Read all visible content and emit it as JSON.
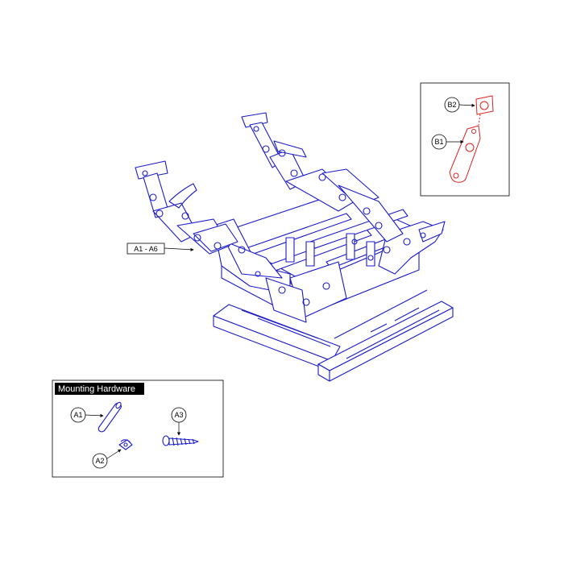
{
  "callouts": {
    "main_assembly": "A1 - A6",
    "b1": "B1",
    "b2": "B2",
    "a1": "A1",
    "a2": "A2",
    "a3": "A3"
  },
  "hardware_panel": {
    "title": "Mounting Hardware"
  },
  "colors": {
    "main_line": "#1a1acc",
    "detail_line": "#e02020",
    "header_bg": "#000000"
  }
}
